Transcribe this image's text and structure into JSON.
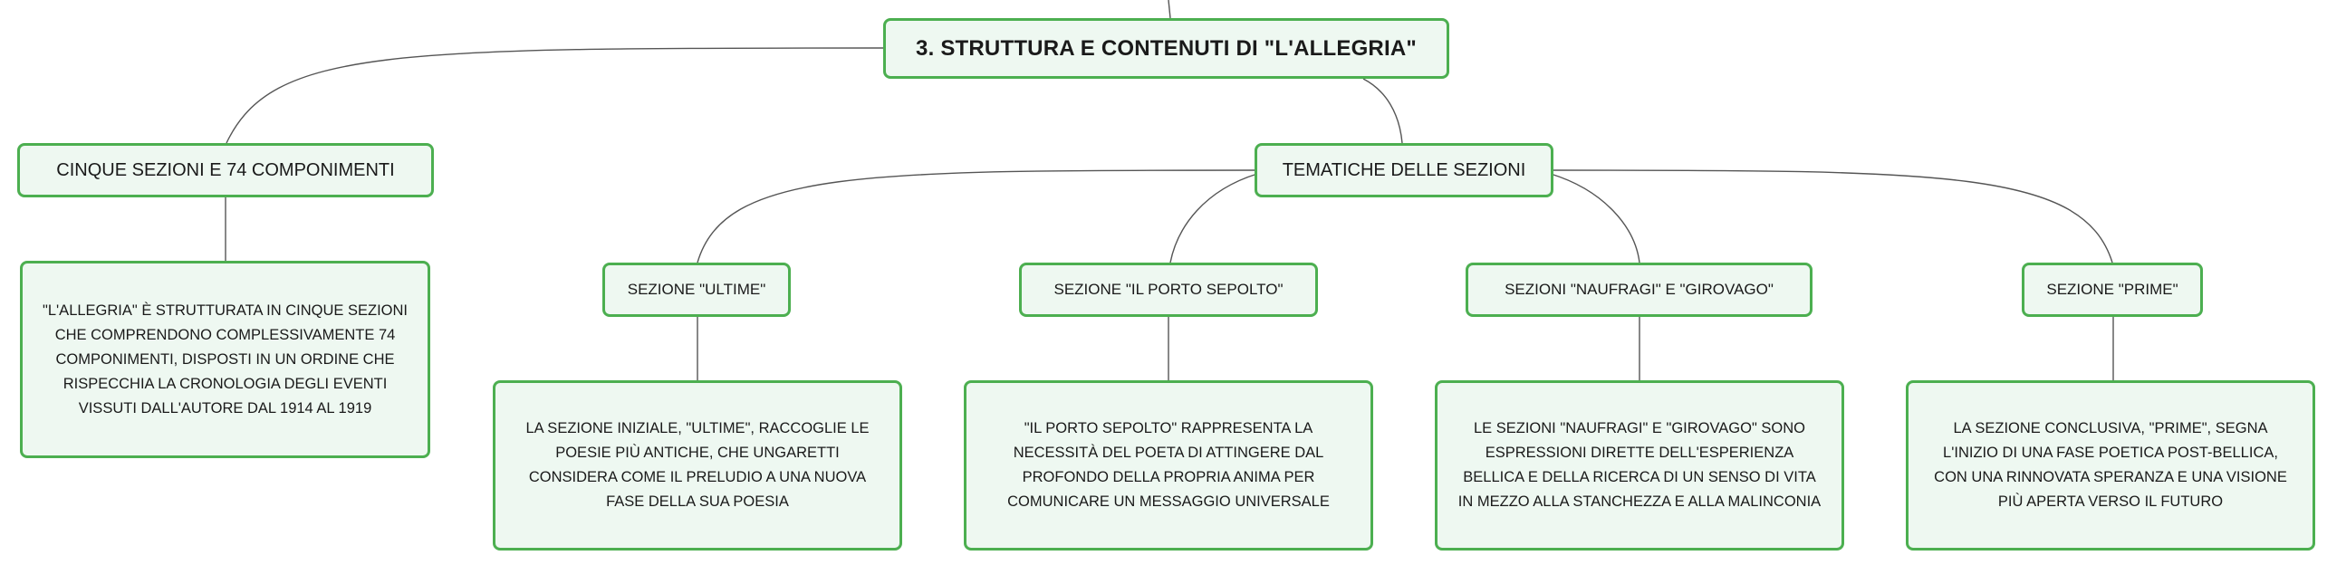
{
  "root": "3. STRUTTURA E CONTENUTI DI \"L'ALLEGRIA\"",
  "left_branch": {
    "title": "CINQUE SEZIONI E 74 COMPONIMENTI",
    "detail": "\"L'ALLEGRIA\" È STRUTTURATA IN CINQUE SEZIONI CHE COMPRENDONO COMPLESSIVAMENTE 74 COMPONIMENTI, DISPOSTI IN UN ORDINE CHE RISPECCHIA LA CRONOLOGIA DEGLI EVENTI VISSUTI DALL'AUTORE DAL 1914 AL 1919"
  },
  "right_branch": {
    "title": "TEMATICHE DELLE SEZIONI",
    "sections": [
      {
        "title": "SEZIONE \"ULTIME\"",
        "detail": "LA SEZIONE INIZIALE, \"ULTIME\", RACCOGLIE LE POESIE PIÙ ANTICHE, CHE UNGARETTI CONSIDERA COME IL PRELUDIO A UNA NUOVA FASE DELLA SUA POESIA"
      },
      {
        "title": "SEZIONE \"IL PORTO SEPOLTO\"",
        "detail": "\"IL PORTO SEPOLTO\" RAPPRESENTA LA NECESSITÀ DEL POETA DI ATTINGERE DAL PROFONDO DELLA PROPRIA ANIMA PER COMUNICARE UN MESSAGGIO UNIVERSALE"
      },
      {
        "title": "SEZIONI \"NAUFRAGI\" E \"GIROVAGO\"",
        "detail": "LE SEZIONI \"NAUFRAGI\" E \"GIROVAGO\" SONO ESPRESSIONI DIRETTE DELL'ESPERIENZA BELLICA E DELLA RICERCA DI UN SENSO DI VITA IN MEZZO ALLA STANCHEZZA E ALLA MALINCONIA"
      },
      {
        "title": "SEZIONE \"PRIME\"",
        "detail": "LA SEZIONE CONCLUSIVA, \"PRIME\", SEGNA L'INIZIO DI UNA FASE POETICA POST-BELLICA, CON UNA RINNOVATA SPERANZA E UNA VISIONE PIÙ APERTA VERSO IL FUTURO"
      }
    ]
  }
}
